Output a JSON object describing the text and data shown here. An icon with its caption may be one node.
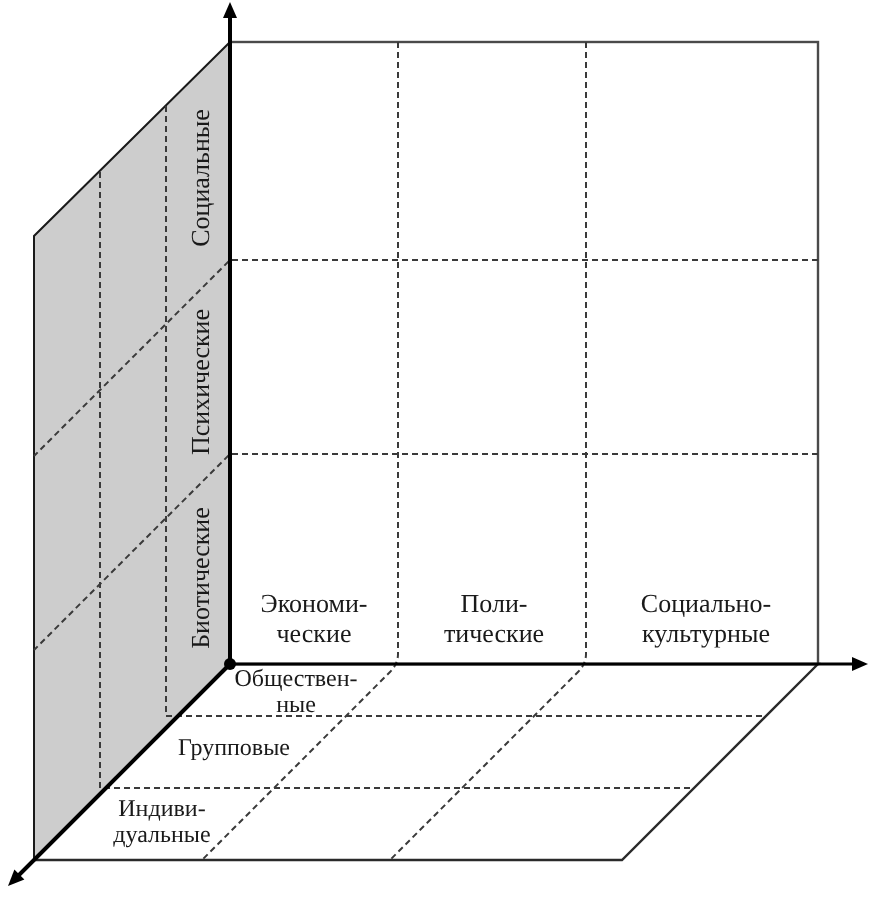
{
  "diagram": {
    "labels": [
      "Социальные",
      "Психические",
      "Биотические",
      "Экономи- ческие",
      "Поли- тические",
      "Социально- культурные",
      "Обществен- ные",
      "Групповые",
      "Индиви- дуальные"
    ]
  }
}
